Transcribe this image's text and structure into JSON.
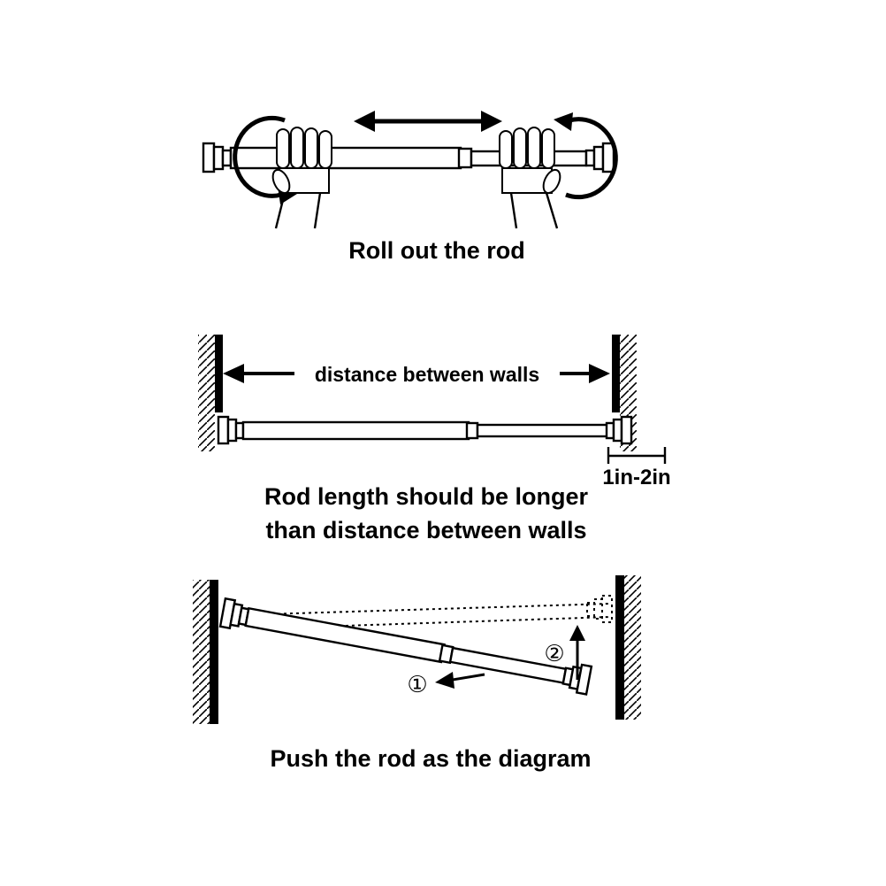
{
  "colors": {
    "ink": "#000000",
    "background": "#ffffff"
  },
  "panels": {
    "roll": {
      "caption": "Roll out the rod"
    },
    "length": {
      "distance_label": "distance between walls",
      "overlap_label": "1in-2in",
      "caption_line1": "Rod length should be longer",
      "caption_line2": "than distance between walls"
    },
    "push": {
      "step1_marker": "①",
      "step2_marker": "②",
      "caption": "Push the rod as the diagram"
    }
  }
}
